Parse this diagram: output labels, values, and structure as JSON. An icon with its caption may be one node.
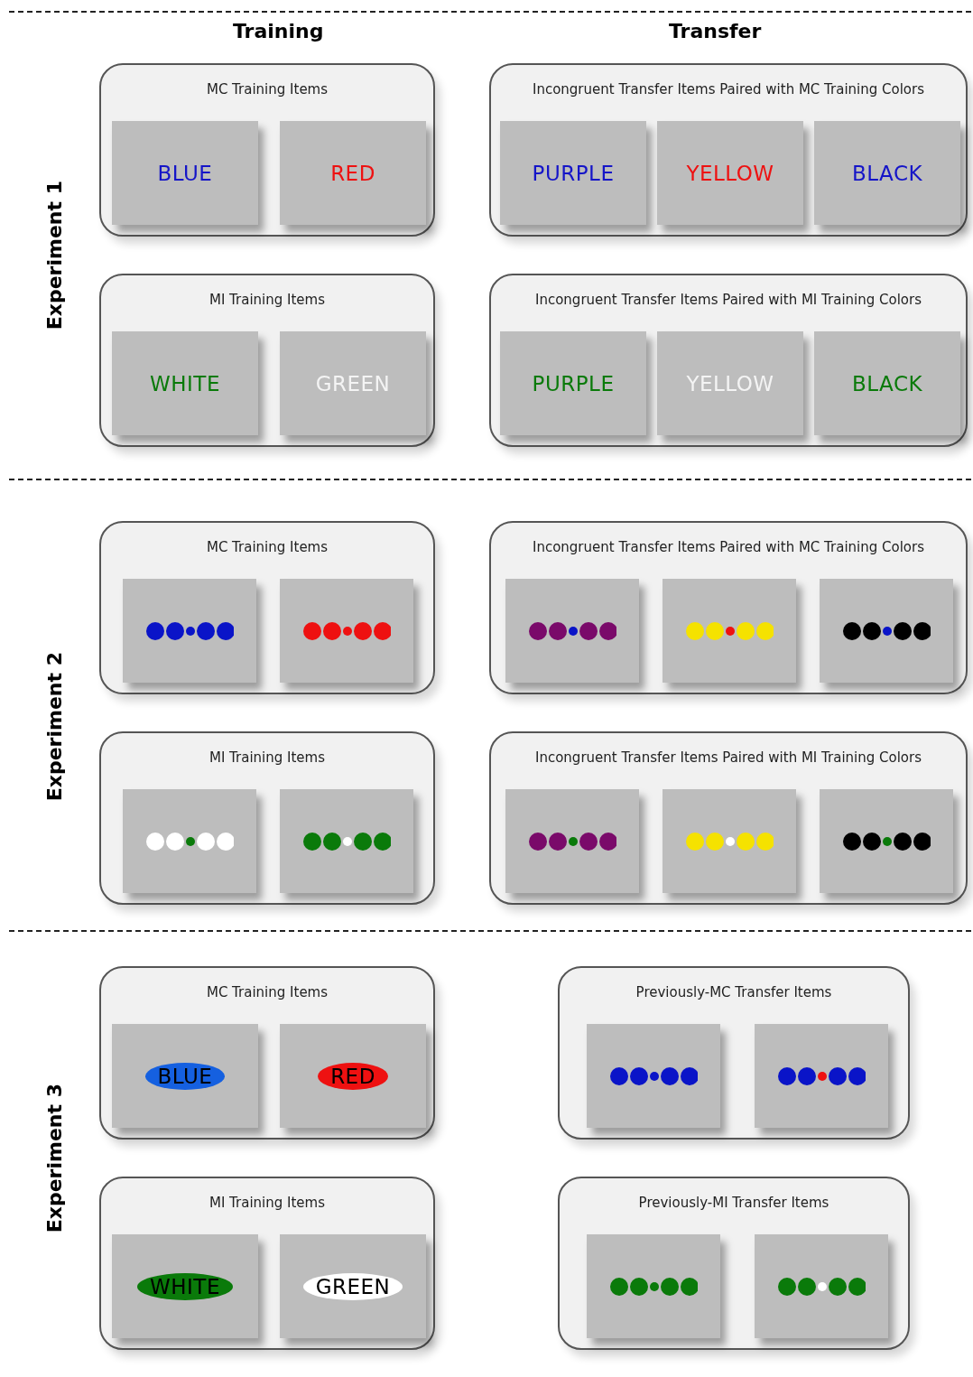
{
  "diagram": {
    "nodes": [
      {
        "text": [
          "MC Training Items"
        ]
      },
      {
        "text": [
          "BLUE"
        ],
        "in": 0
      },
      {
        "text": [
          "RED"
        ],
        "in": 0
      },
      {
        "text": [
          "Incongruent Transfer Items Paired with MC Training Colors"
        ]
      },
      {
        "text": [
          "PURPLE"
        ],
        "in": 3
      },
      {
        "text": [
          "YELLOW"
        ],
        "in": 3
      },
      {
        "text": [
          "BLACK"
        ],
        "in": 3
      },
      {
        "text": [
          "MI Training Items"
        ]
      },
      {
        "text": [
          "WHITE"
        ],
        "in": 7
      },
      {
        "text": [
          "GREEN"
        ],
        "in": 7
      },
      {
        "text": [
          "Incongruent Transfer Items Paired with MI Training Colors"
        ]
      },
      {
        "text": [
          "PURPLE"
        ],
        "in": 10
      },
      {
        "text": [
          "YELLOW"
        ],
        "in": 10
      },
      {
        "text": [
          "BLACK"
        ],
        "in": 10
      },
      {
        "text": [
          "MC Training Items"
        ]
      },
      {
        "text": [],
        "shape": "box",
        "in": 14
      },
      {
        "text": [],
        "shape": "box",
        "in": 14
      },
      {
        "text": [
          "Incongruent Transfer Items Paired with MC Training Colors"
        ]
      },
      {
        "text": [],
        "shape": "box",
        "in": 17
      },
      {
        "text": [],
        "shape": "box",
        "in": 17
      },
      {
        "text": [],
        "shape": "box",
        "in": 17
      },
      {
        "text": [
          "MI Training Items"
        ]
      },
      {
        "text": [],
        "shape": "box",
        "in": 21
      },
      {
        "text": [],
        "shape": "box",
        "in": 21
      },
      {
        "text": [
          "Incongruent Transfer Items Paired with MI Training Colors"
        ]
      },
      {
        "text": [],
        "shape": "box",
        "in": 24
      },
      {
        "text": [],
        "shape": "box",
        "in": 24
      },
      {
        "text": [],
        "shape": "box",
        "in": 24
      },
      {
        "text": [
          "MC Training Items"
        ]
      },
      {
        "text": [
          "BLUE"
        ],
        "in": 28
      },
      {
        "text": [
          "RED"
        ],
        "in": 28
      },
      {
        "text": [
          "Previously-MC Transfer Items"
        ]
      },
      {
        "text": [],
        "shape": "box",
        "in": 31
      },
      {
        "text": [],
        "shape": "box",
        "in": 31
      },
      {
        "text": [
          "MI Training Items"
        ]
      },
      {
        "text": [
          "WHITE"
        ],
        "in": 34
      },
      {
        "text": [
          "GREEN"
        ],
        "in": 34
      },
      {
        "text": [
          "Previously-MI Transfer Items"
        ]
      },
      {
        "text": [],
        "shape": "box",
        "in": 37
      },
      {
        "text": [],
        "shape": "box",
        "in": 37
      }
    ],
    "edges": [],
    "labels": [
      "Training",
      "Transfer",
      "Experiment 1",
      "Experiment 2",
      "Experiment 3"
    ]
  }
}
